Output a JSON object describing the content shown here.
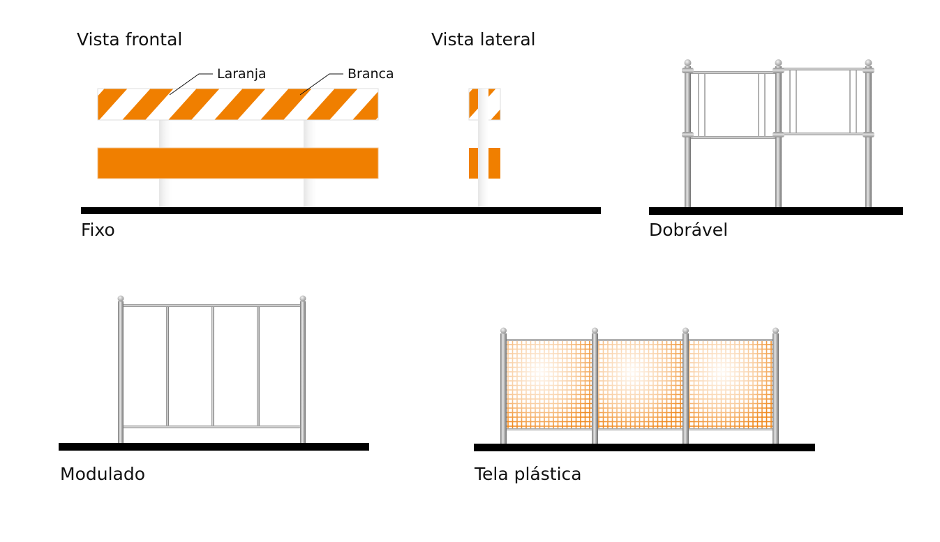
{
  "fixo": {
    "front_view": "Vista frontal",
    "side_view": "Vista lateral",
    "orange_label": "Laranja",
    "white_label": "Branca",
    "caption": "Fixo"
  },
  "dobravel": {
    "caption": "Dobrável"
  },
  "modulado": {
    "caption": "Modulado"
  },
  "tela": {
    "caption": "Tela plástica"
  },
  "colors": {
    "orange": "#f07f00",
    "ground": "#000000",
    "metal": "#a8a8a8"
  }
}
